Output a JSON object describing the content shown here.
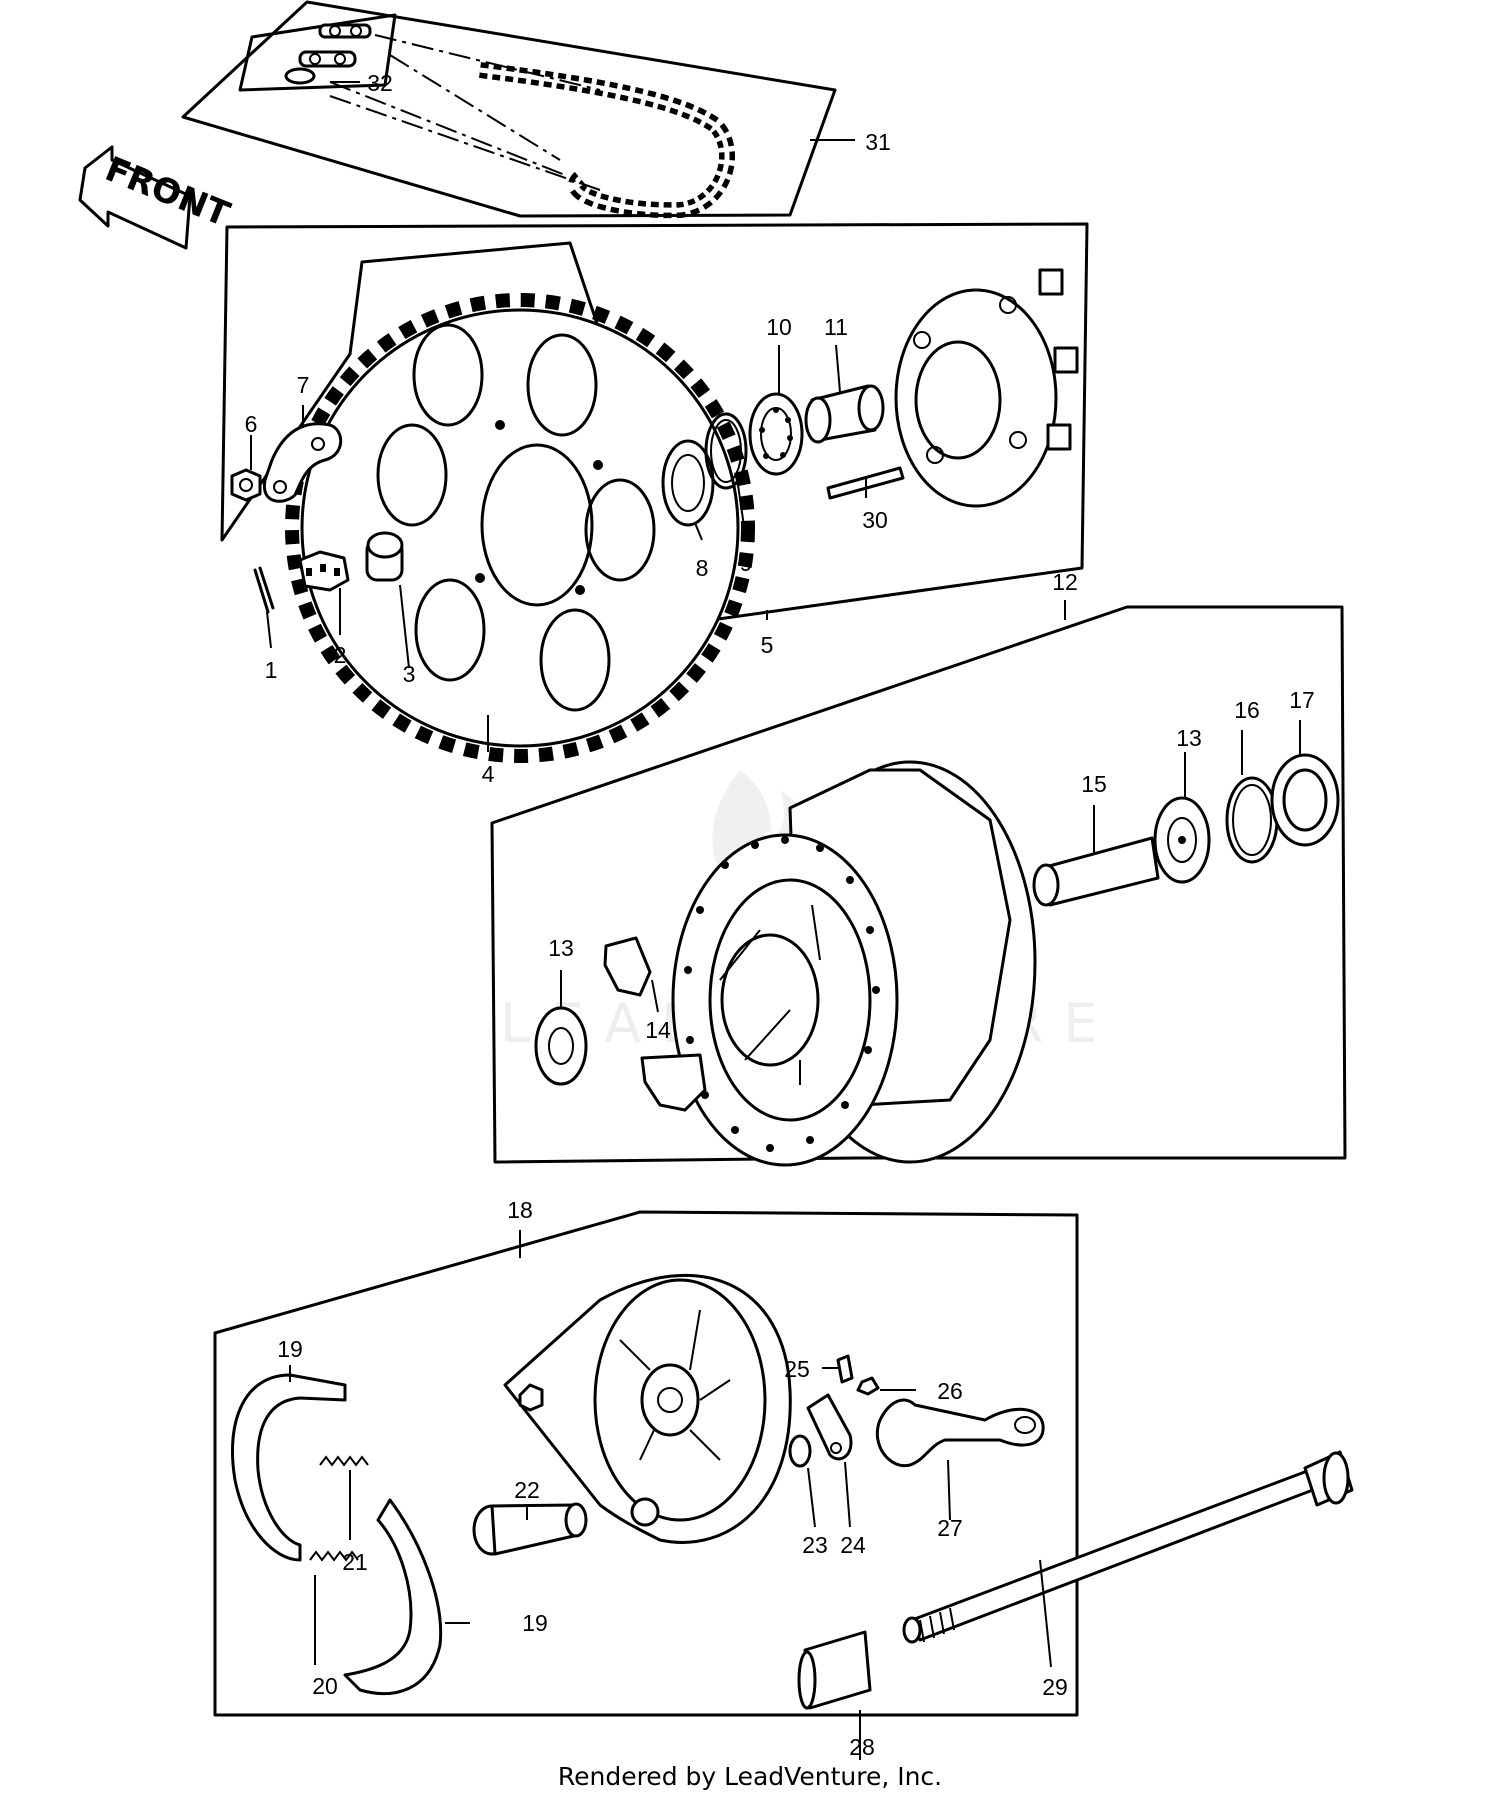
{
  "diagram": {
    "direction_label": "FRONT",
    "watermark": "LEADVENTURE",
    "footer": "Rendered by LeadVenture, Inc.",
    "callouts": {
      "n1": "1",
      "n2": "2",
      "n3": "3",
      "n4": "4",
      "n5": "5",
      "n6": "6",
      "n7": "7",
      "n8": "8",
      "n9": "9",
      "n10": "10",
      "n11": "11",
      "n12": "12",
      "n13a": "13",
      "n13b": "13",
      "n14": "14",
      "n15": "15",
      "n16": "16",
      "n17": "17",
      "n18": "18",
      "n19a": "19",
      "n19b": "19",
      "n20": "20",
      "n21": "21",
      "n22": "22",
      "n23": "23",
      "n24": "24",
      "n25": "25",
      "n26": "26",
      "n27": "27",
      "n28": "28",
      "n29": "29",
      "n30": "30",
      "n31": "31",
      "n32": "32"
    }
  }
}
